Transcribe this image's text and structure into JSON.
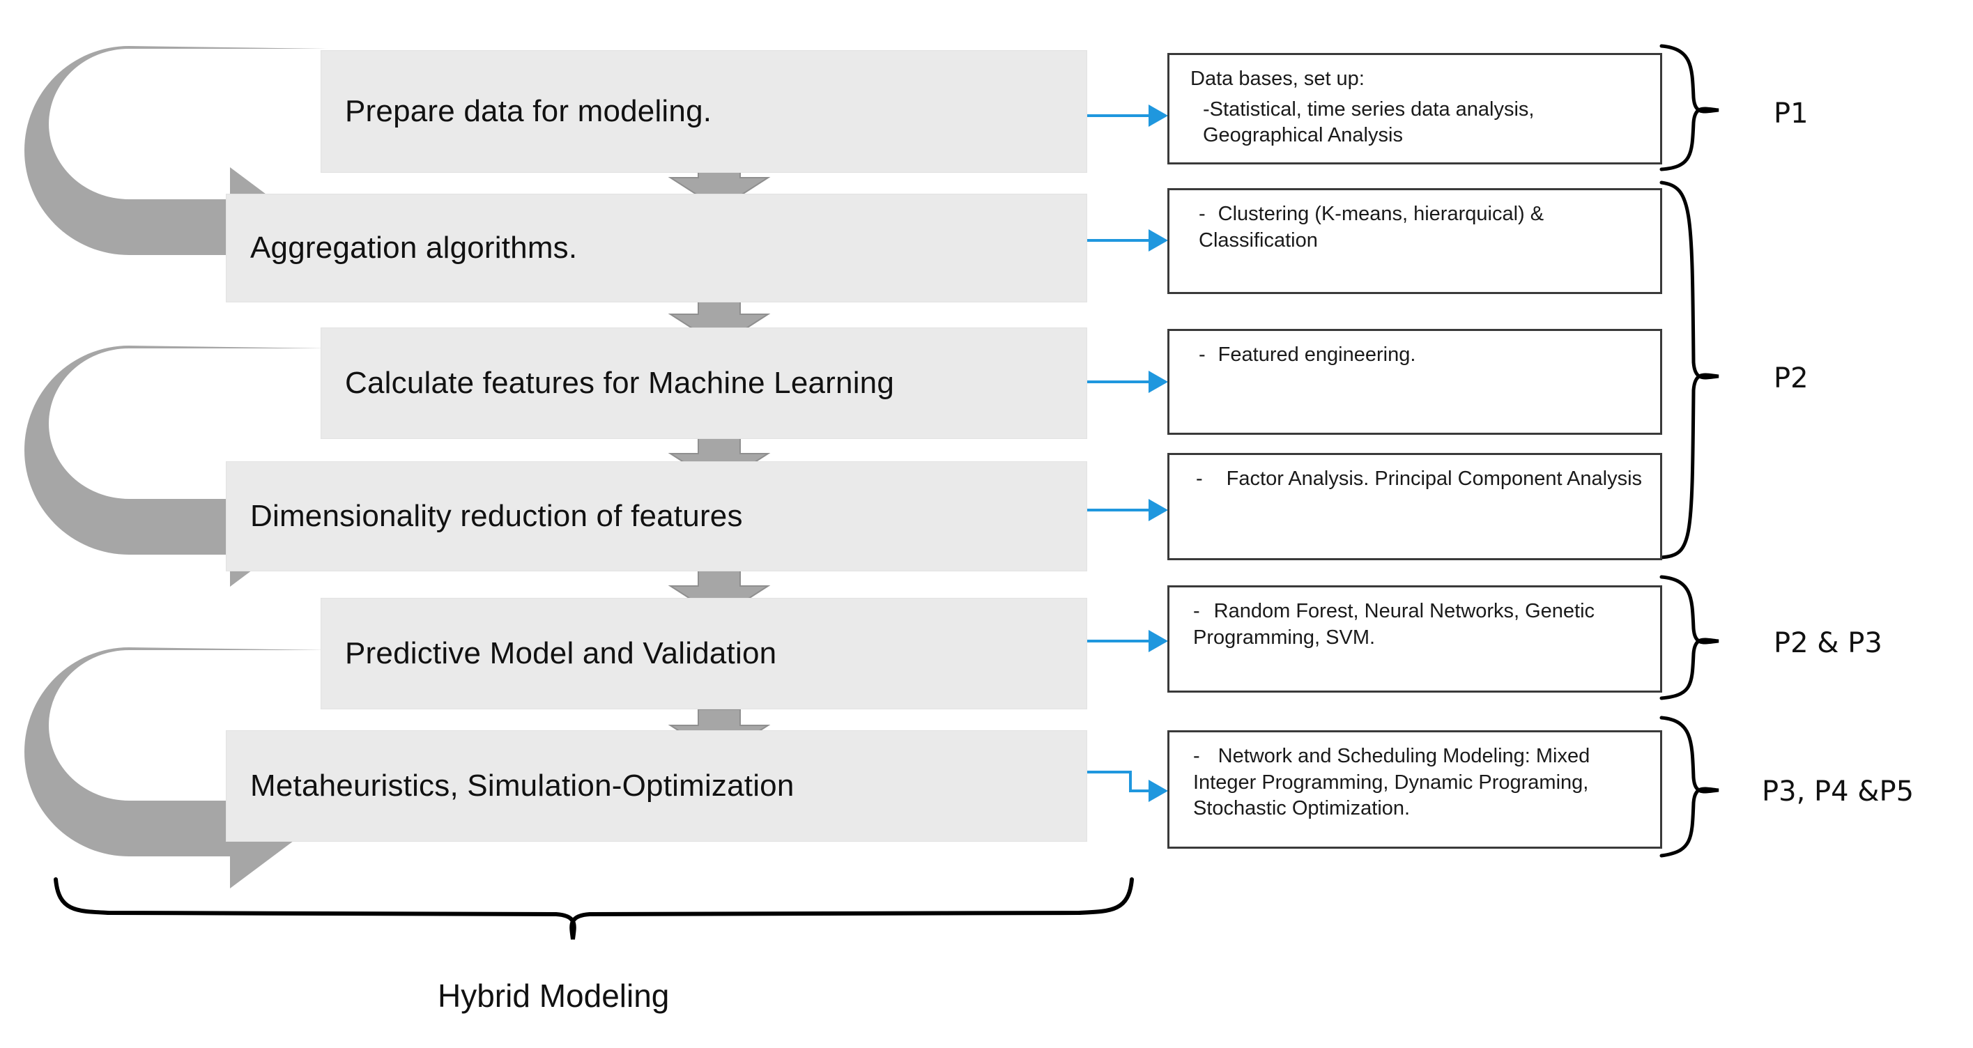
{
  "diagram": {
    "title_bottom": "Hybrid  Modeling",
    "colors": {
      "step_box_fill": "#EAEAEA",
      "step_box_border": "#E2E2E2",
      "loop_arrow": "#A6A6A6",
      "down_arrow_fill": "#A6A6A6",
      "down_arrow_stroke": "#8C8C8C",
      "connector_blue": "#1F97DE",
      "detail_box_border": "#3A3A3A",
      "brace": "#000000",
      "text": "#111111"
    },
    "steps": [
      {
        "id": "step-1",
        "label": "Prepare data for modeling."
      },
      {
        "id": "step-2",
        "label": "Aggregation algorithms."
      },
      {
        "id": "step-3",
        "label": "Calculate features for Machine Learning"
      },
      {
        "id": "step-4",
        "label": "Dimensionality reduction of features"
      },
      {
        "id": "step-5",
        "label": "Predictive Model and Validation"
      },
      {
        "id": "step-6",
        "label": "Metaheuristics, Simulation-Optimization"
      }
    ],
    "details": [
      {
        "id": "detail-1",
        "lines": [
          {
            "bullet": "",
            "text": "Data bases, set up:"
          },
          {
            "bullet": "-",
            "text": "Statistical, time series data analysis, Geographical Analysis"
          }
        ]
      },
      {
        "id": "detail-2",
        "lines": [
          {
            "bullet": "-",
            "text": "Clustering (K-means, hierarquical) & Classification"
          }
        ]
      },
      {
        "id": "detail-3",
        "lines": [
          {
            "bullet": "-",
            "text": "Featured engineering."
          }
        ]
      },
      {
        "id": "detail-4",
        "lines": [
          {
            "bullet": "-",
            "text": "Factor Analysis. Principal Component Analysis"
          }
        ]
      },
      {
        "id": "detail-5",
        "lines": [
          {
            "bullet": "-",
            "text": "Random Forest, Neural Networks, Genetic Programming, SVM."
          }
        ]
      },
      {
        "id": "detail-6",
        "lines": [
          {
            "bullet": "-",
            "text": "Network and Scheduling Modeling: Mixed Integer Programming, Dynamic Programing, Stochastic Optimization."
          }
        ]
      }
    ],
    "phases": [
      {
        "id": "phase-p1",
        "label": "P1"
      },
      {
        "id": "phase-p2",
        "label": "P2"
      },
      {
        "id": "phase-p3",
        "label": "P2 & P3"
      },
      {
        "id": "phase-p4",
        "label": "P3, P4 &P5"
      }
    ]
  }
}
